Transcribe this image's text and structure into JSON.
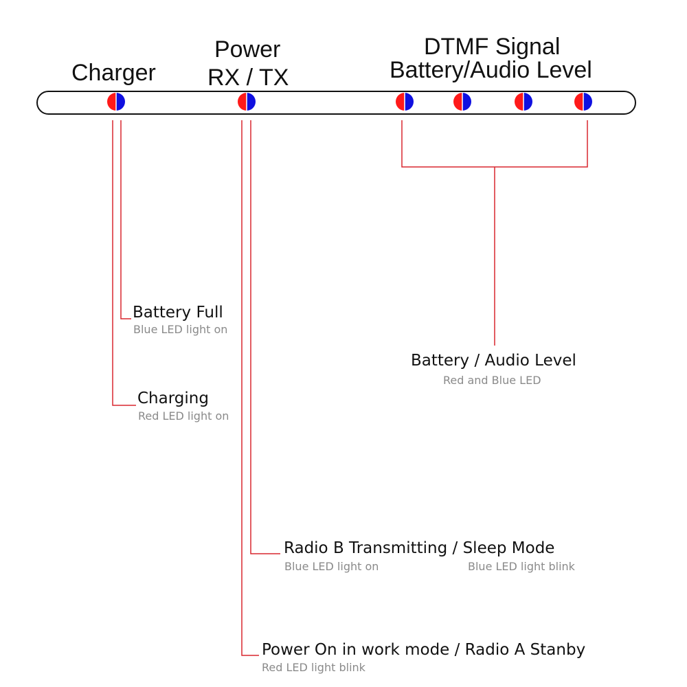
{
  "headers": {
    "charger": "Charger",
    "power_line1": "Power",
    "power_line2": "RX / TX",
    "dtmf_line1": "DTMF Signal",
    "dtmf_line2": "Battery/Audio Level"
  },
  "callouts": {
    "battery_full": {
      "title": "Battery Full",
      "sub": "Blue LED light on"
    },
    "charging": {
      "title": "Charging",
      "sub": "Red LED light on"
    },
    "battery_audio": {
      "title": "Battery / Audio Level",
      "sub": "Red and Blue LED"
    },
    "radio_b": {
      "title": "Radio B Transmitting / Sleep Mode",
      "sub_left": "Blue LED light on",
      "sub_right": "Blue LED light blink"
    },
    "power_on": {
      "title": "Power On in work mode / Radio A Stanby",
      "sub": "Red LED light blink"
    }
  },
  "colors": {
    "led_red": "#ff1a1a",
    "led_blue": "#1010e0",
    "wire": "#d9262e",
    "bar_outline": "#111111",
    "subtext": "#8a8a8a"
  }
}
